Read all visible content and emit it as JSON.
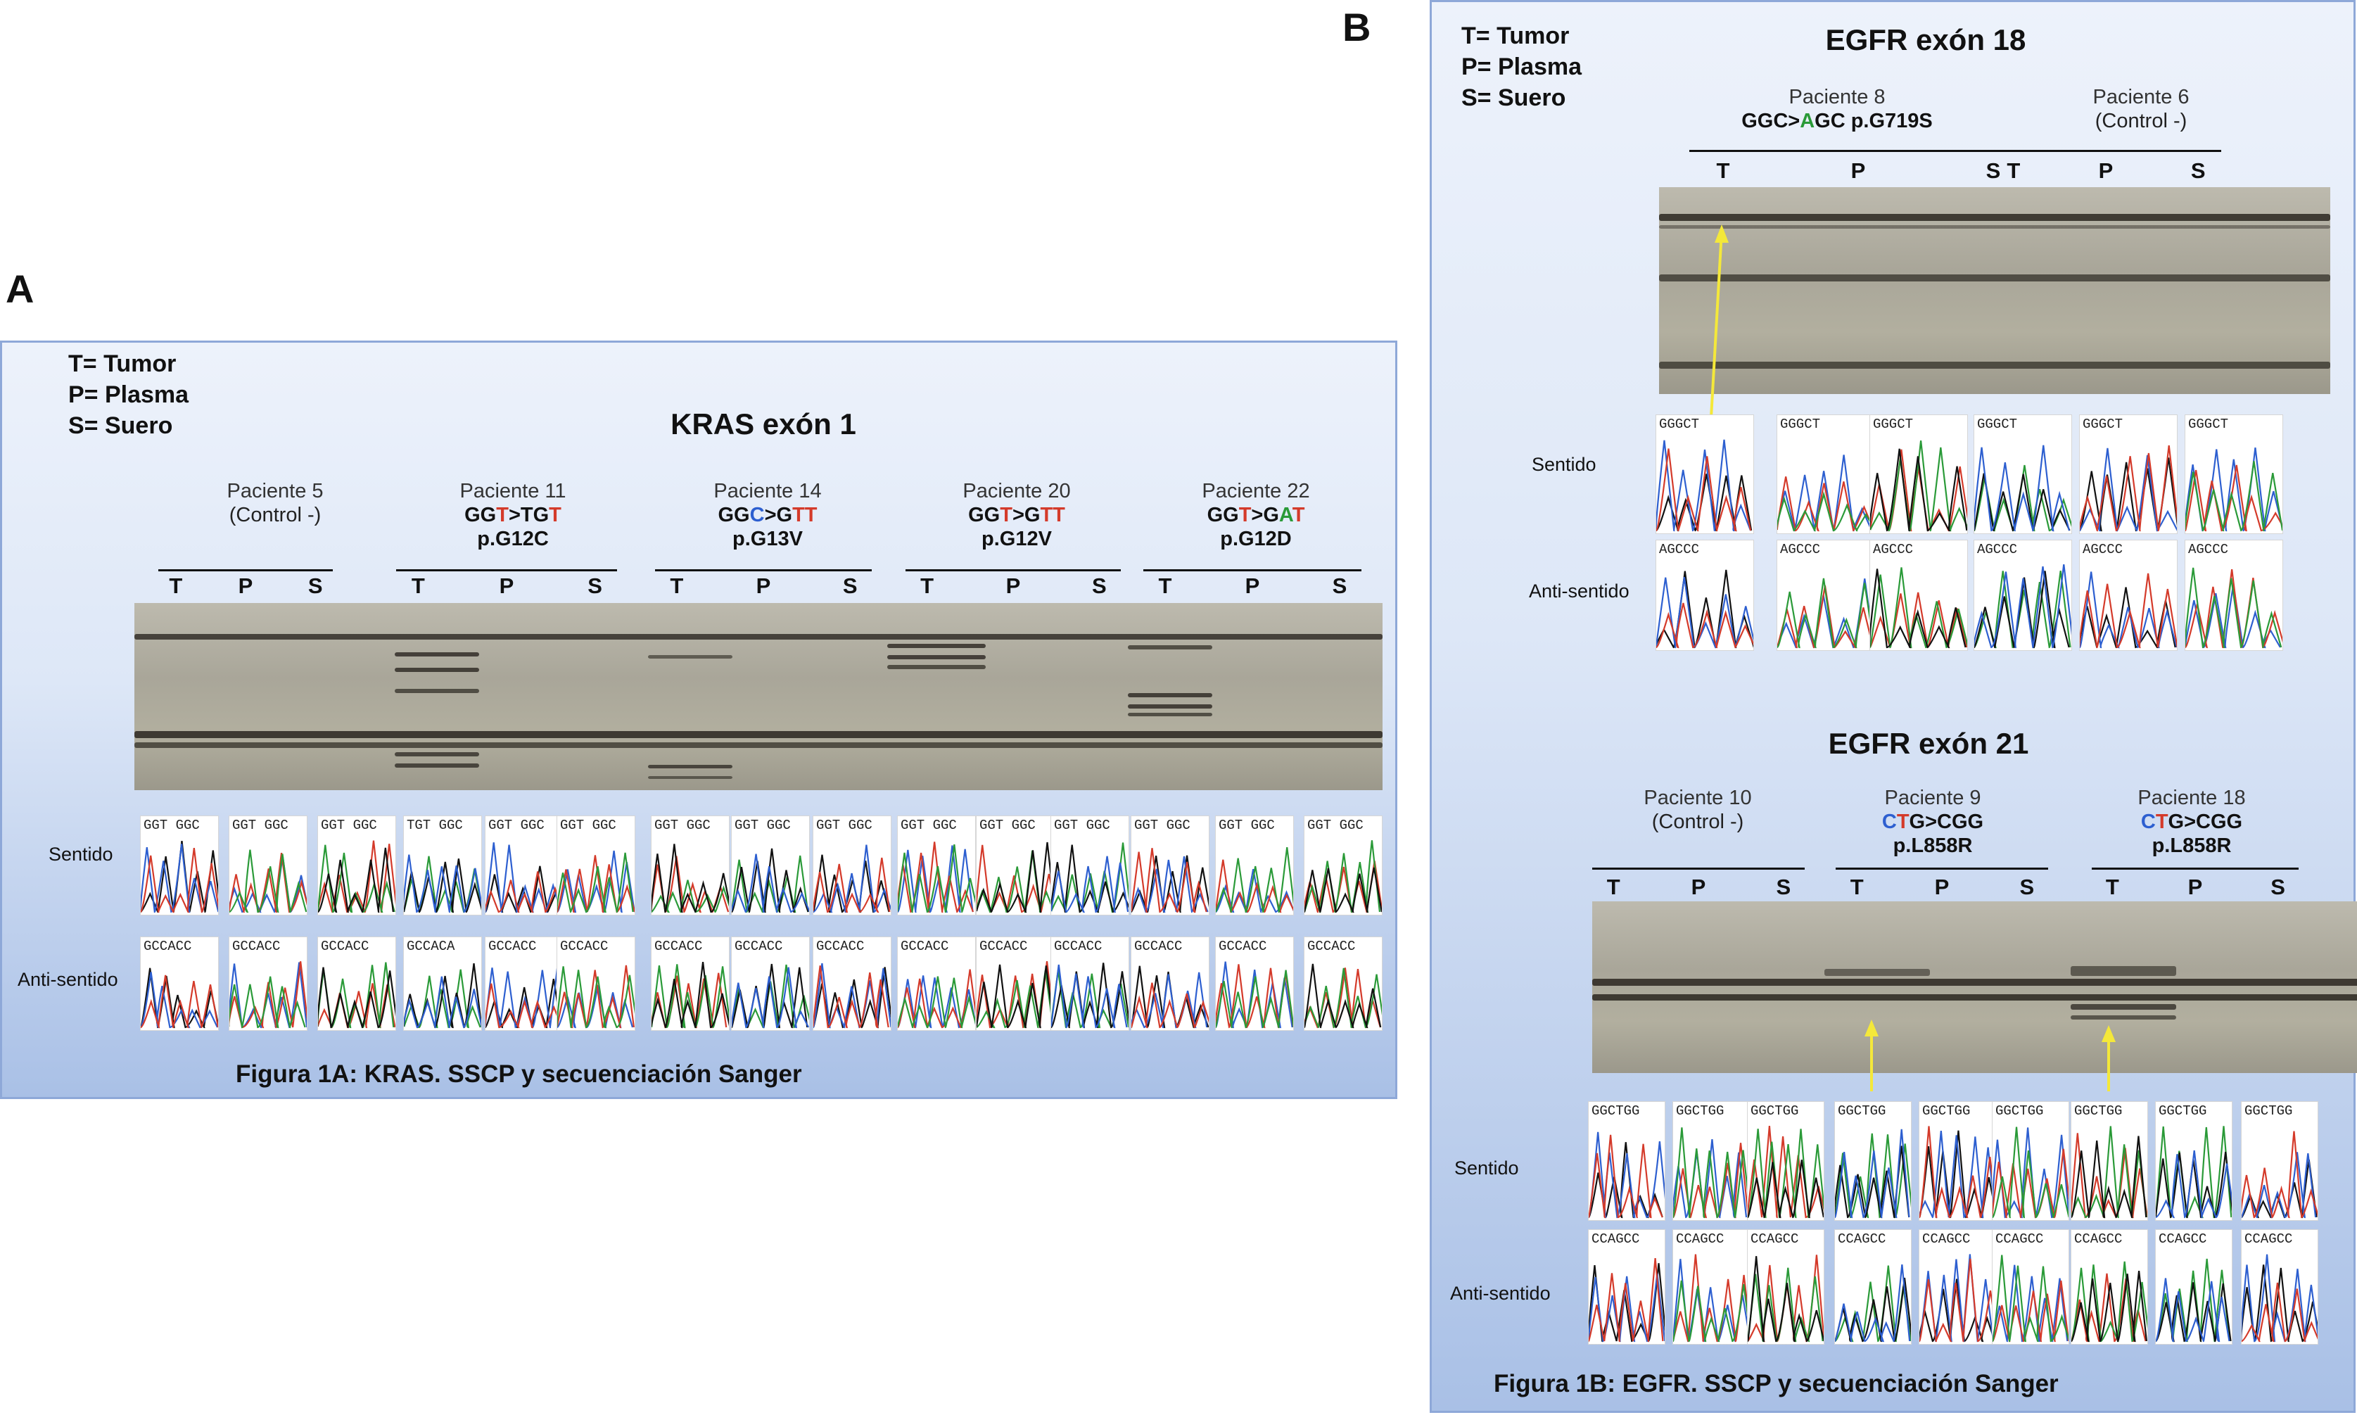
{
  "panel_a": {
    "letter": "A",
    "legend": [
      "T= Tumor",
      "P= Plasma",
      "S= Suero"
    ],
    "title": "KRAS exón 1",
    "patients": [
      {
        "name": "Paciente 5",
        "control": "(Control -)",
        "mutation": [],
        "protein": ""
      },
      {
        "name": "Paciente 11",
        "control": "",
        "mutation": [
          {
            "t": "GG",
            "c": "b"
          },
          {
            "t": "T",
            "c": "t"
          },
          {
            "t": ">T",
            "c": "b"
          },
          {
            "t": "G",
            "c": "b"
          },
          {
            "t": "T",
            "c": "t"
          }
        ],
        "protein": "p.G12C"
      },
      {
        "name": "Paciente 14",
        "control": "",
        "mutation": [
          {
            "t": "GG",
            "c": "b"
          },
          {
            "t": "C",
            "c": "c"
          },
          {
            "t": ">G",
            "c": "b"
          },
          {
            "t": "TT",
            "c": "t"
          }
        ],
        "protein": "p.G13V"
      },
      {
        "name": "Paciente 20",
        "control": "",
        "mutation": [
          {
            "t": "GG",
            "c": "b"
          },
          {
            "t": "T",
            "c": "t"
          },
          {
            "t": ">G",
            "c": "b"
          },
          {
            "t": "TT",
            "c": "t"
          }
        ],
        "protein": "p.G12V"
      },
      {
        "name": "Paciente 22",
        "control": "",
        "mutation": [
          {
            "t": "GG",
            "c": "b"
          },
          {
            "t": "T",
            "c": "t"
          },
          {
            "t": ">G",
            "c": "b"
          },
          {
            "t": "A",
            "c": "a"
          },
          {
            "t": "T",
            "c": "t"
          }
        ],
        "protein": "p.G12D"
      }
    ],
    "lanes": [
      "T",
      "P",
      "S"
    ],
    "row_labels": {
      "sense": "Sentido",
      "antisense": "Anti-sentido"
    },
    "sense_seq": [
      "GGT GGC",
      "GGT GGC",
      "GGT GGC",
      "TGT GGC",
      "GGT GGC",
      "GGT GGC",
      "GGT GGC",
      "GGT GGC",
      "GGT GGC",
      "GGT GGC",
      "GGT GGC",
      "GGT GGC",
      "GGT GGC",
      "GGT GGC",
      "GGT GGC"
    ],
    "antisense_seq": [
      "GCCACC",
      "GCCACC",
      "GCCACC",
      "GCCACA",
      "GCCACC",
      "GCCACC",
      "GCCACC",
      "GCCACC",
      "GCCACC",
      "GCCACC",
      "GCCACC",
      "GCCACC",
      "GCCACC",
      "GCCACC",
      "GCCACC"
    ],
    "caption": "Figura 1A:   KRAS. SSCP y secuenciación Sanger"
  },
  "panel_b": {
    "letter": "B",
    "legend": [
      "T= Tumor",
      "P= Plasma",
      "S= Suero"
    ],
    "exon18": {
      "title": "EGFR exón 18",
      "patients": [
        {
          "name": "Paciente 8",
          "control": "",
          "mutation": [
            {
              "t": "GGC>",
              "c": "b"
            },
            {
              "t": "A",
              "c": "a"
            },
            {
              "t": "GC  p.G719S",
              "c": "b"
            }
          ],
          "protein": ""
        },
        {
          "name": "Paciente 6",
          "control": "(Control -)",
          "mutation": [],
          "protein": ""
        }
      ],
      "sense_seq": [
        "GGGCT",
        "GGGCT",
        "GGGCT",
        "GGGCT",
        "GGGCT",
        "GGGCT"
      ],
      "antisense_seq": [
        "AGCCC",
        "AGCCC",
        "AGCCC",
        "AGCCC",
        "AGCCC",
        "AGCCC"
      ]
    },
    "exon21": {
      "title": "EGFR exón 21",
      "patients": [
        {
          "name": "Paciente 10",
          "control": "(Control -)",
          "mutation": [],
          "protein": ""
        },
        {
          "name": "Paciente 9",
          "control": "",
          "mutation": [
            {
              "t": "C",
              "c": "c"
            },
            {
              "t": "T",
              "c": "t"
            },
            {
              "t": "G>CGG",
              "c": "b"
            }
          ],
          "protein": "p.L858R"
        },
        {
          "name": "Paciente 18",
          "control": "",
          "mutation": [
            {
              "t": "C",
              "c": "c"
            },
            {
              "t": "T",
              "c": "t"
            },
            {
              "t": "G>CGG",
              "c": "b"
            }
          ],
          "protein": "p.L858R"
        }
      ],
      "sense_seq": [
        "GGCTGG",
        "GGCTGG",
        "GGCTGG",
        "GGCTGG",
        "GGCTGG",
        "GGCTGG",
        "GGCTGG",
        "GGCTGG",
        "GGCTGG"
      ],
      "antisense_seq": [
        "CCAGCC",
        "CCAGCC",
        "CCAGCC",
        "CCAGCC",
        "CCAGCC",
        "CCAGCC",
        "CCAGCC",
        "CCAGCC",
        "CCAGCC"
      ]
    },
    "lanes": [
      "T",
      "P",
      "S"
    ],
    "row_labels": {
      "sense": "Sentido",
      "antisense": "Anti-sentido"
    },
    "caption": "Figura 1B:   EGFR. SSCP y secuenciación Sanger"
  },
  "colors": {
    "adenine": "#2a9a38",
    "cytosine": "#2d5fd0",
    "thymine": "#d43a2a",
    "guanine": "#111111",
    "arrow": "#f4e83a"
  }
}
